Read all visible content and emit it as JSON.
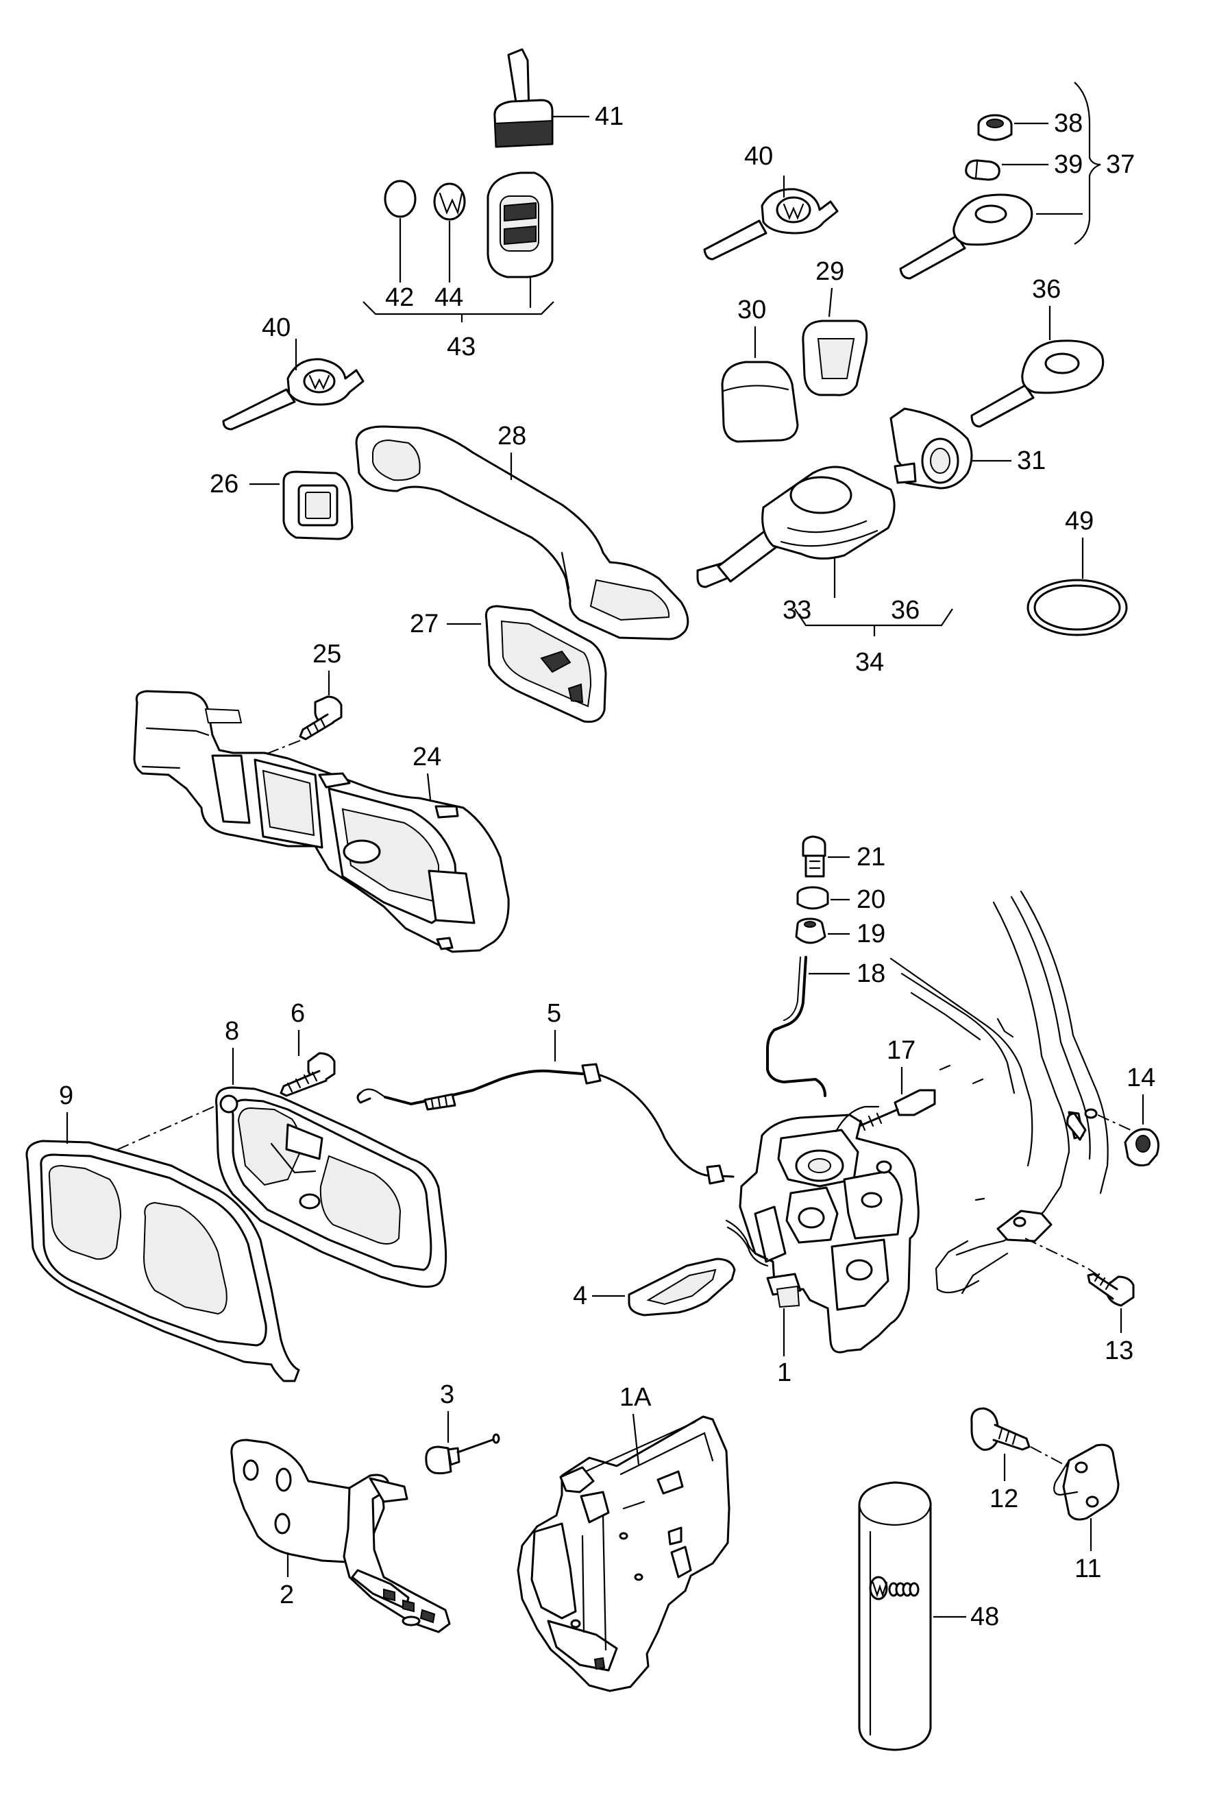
{
  "callouts": [
    {
      "id": "41",
      "label": "41"
    },
    {
      "id": "42",
      "label": "42"
    },
    {
      "id": "44",
      "label": "44"
    },
    {
      "id": "43",
      "label": "43"
    },
    {
      "id": "40a",
      "label": "40"
    },
    {
      "id": "40b",
      "label": "40"
    },
    {
      "id": "38",
      "label": "38"
    },
    {
      "id": "39",
      "label": "39"
    },
    {
      "id": "37",
      "label": "37"
    },
    {
      "id": "29",
      "label": "29"
    },
    {
      "id": "30",
      "label": "30"
    },
    {
      "id": "36a",
      "label": "36"
    },
    {
      "id": "31",
      "label": "31"
    },
    {
      "id": "28",
      "label": "28"
    },
    {
      "id": "26",
      "label": "26"
    },
    {
      "id": "49",
      "label": "49"
    },
    {
      "id": "33",
      "label": "33"
    },
    {
      "id": "36b",
      "label": "36"
    },
    {
      "id": "34",
      "label": "34"
    },
    {
      "id": "27",
      "label": "27"
    },
    {
      "id": "25",
      "label": "25"
    },
    {
      "id": "24",
      "label": "24"
    },
    {
      "id": "21",
      "label": "21"
    },
    {
      "id": "20",
      "label": "20"
    },
    {
      "id": "19",
      "label": "19"
    },
    {
      "id": "18",
      "label": "18"
    },
    {
      "id": "5",
      "label": "5"
    },
    {
      "id": "6",
      "label": "6"
    },
    {
      "id": "8",
      "label": "8"
    },
    {
      "id": "9",
      "label": "9"
    },
    {
      "id": "17",
      "label": "17"
    },
    {
      "id": "14",
      "label": "14"
    },
    {
      "id": "4",
      "label": "4"
    },
    {
      "id": "1",
      "label": "1"
    },
    {
      "id": "13",
      "label": "13"
    },
    {
      "id": "3",
      "label": "3"
    },
    {
      "id": "1A",
      "label": "1A"
    },
    {
      "id": "12",
      "label": "12"
    },
    {
      "id": "2",
      "label": "2"
    },
    {
      "id": "11",
      "label": "11"
    },
    {
      "id": "48",
      "label": "48"
    }
  ]
}
